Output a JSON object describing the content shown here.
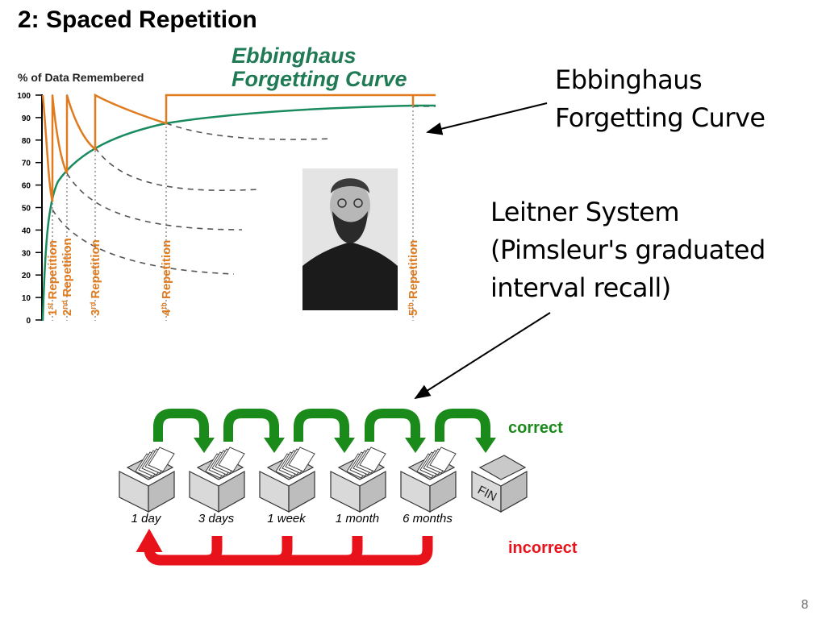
{
  "slide": {
    "title": "2: Spaced Repetition",
    "page_number": "8"
  },
  "curve_figure": {
    "heading_line1": "Ebbinghaus",
    "heading_line2": "Forgetting Curve",
    "y_label": "% of Data Remembered",
    "y_ticks": [
      "0",
      "10",
      "20",
      "30",
      "40",
      "50",
      "60",
      "70",
      "80",
      "90",
      "100"
    ],
    "repetition_labels": [
      {
        "ordinal": "1",
        "suffix": "st",
        "word": "Repetition"
      },
      {
        "ordinal": "2",
        "suffix": "nd",
        "word": "Repetition"
      },
      {
        "ordinal": "3",
        "suffix": "rd",
        "word": "Repetition"
      },
      {
        "ordinal": "4",
        "suffix": "th",
        "word": "Repetition"
      },
      {
        "ordinal": "5",
        "suffix": "th",
        "word": "Repetition"
      }
    ],
    "colors": {
      "orange": "#e07b1f",
      "green": "#1a8a5f",
      "dashed": "#555555"
    }
  },
  "callouts": {
    "ebbinghaus": [
      "Ebbinghaus",
      "Forgetting Curve"
    ],
    "leitner": [
      "Leitner System",
      "(Pimsleur's graduated",
      "interval recall)"
    ]
  },
  "leitner": {
    "boxes": [
      "1 day",
      "3 days",
      "1 week",
      "1 month",
      "6 months"
    ],
    "final_box_label": "FIN",
    "correct_label": "correct",
    "incorrect_label": "incorrect",
    "colors": {
      "correct": "#1a8a1a",
      "incorrect": "#e8121b"
    }
  }
}
